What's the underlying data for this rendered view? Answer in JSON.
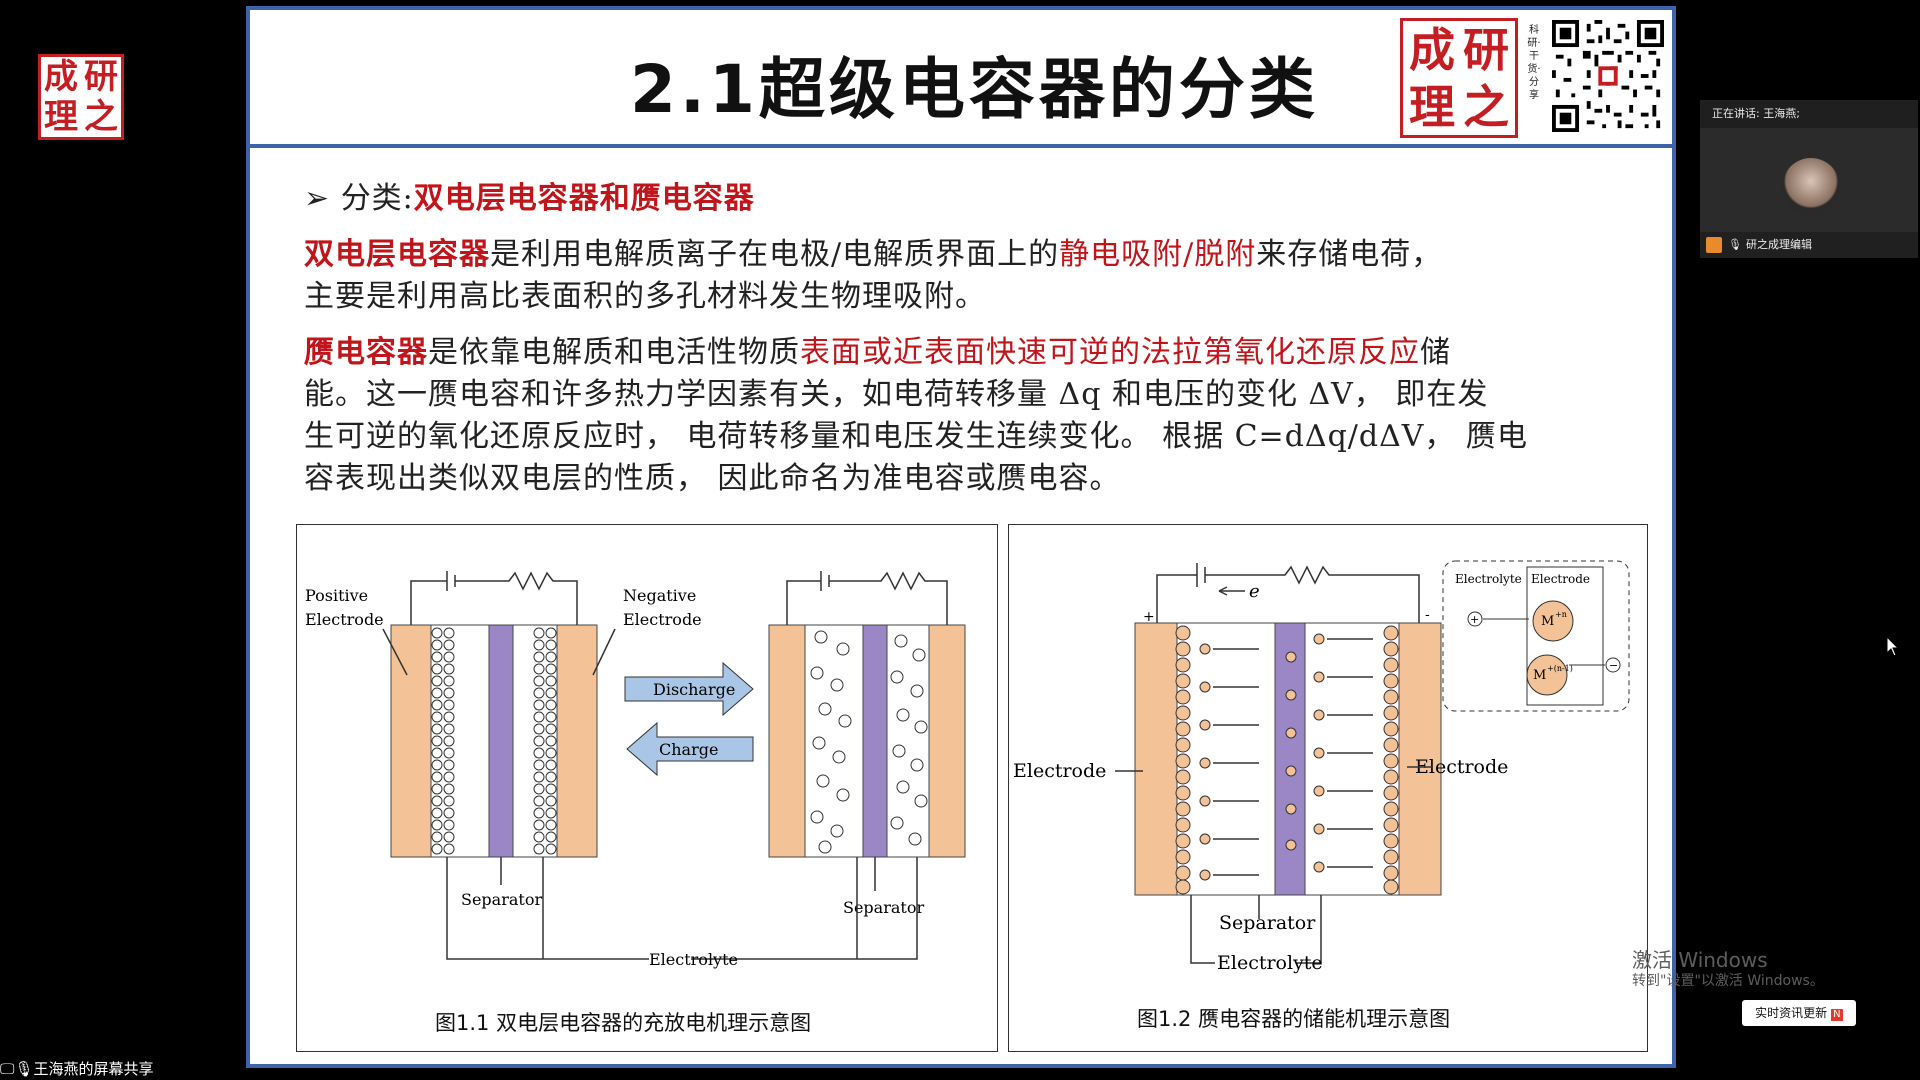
{
  "slide": {
    "title": "2.1超级电容器的分类",
    "logo_chars": [
      "成",
      "研",
      "理",
      "之"
    ],
    "tagline": "科研·干货·分享",
    "heading_prefix": "分类:",
    "heading_highlight": "双电层电容器和赝电容器",
    "para1": {
      "term": "双电层电容器",
      "text_a": "是利用电解质离子在电极/电解质界面上的",
      "highlight": "静电吸附/脱附",
      "text_b": "来存储电荷，",
      "line2": "主要是利用高比表面积的多孔材料发生物理吸附。"
    },
    "para2": {
      "term": "赝电容器",
      "text_a": "是依靠电解质和电活性物质",
      "highlight": "表面或近表面快速可逆的法拉第氧化还原反应",
      "text_b": "储",
      "line2": "能。这一赝电容和许多热力学因素有关，如电荷转移量 Δq 和电压的变化 ΔV， 即在发",
      "line3": "生可逆的氧化还原反应时， 电荷转移量和电压发生连续变化。 根据 C=dΔq/dΔV， 赝电",
      "line4": "容表现出类似双电层的性质， 因此命名为准电容或赝电容。"
    },
    "figure1": {
      "caption": "图1.1  双电层电容器的充放电机理示意图",
      "positive_electrode": [
        "Positive",
        "Electrode"
      ],
      "negative_electrode": [
        "Negative",
        "Electrode"
      ],
      "discharge": "Discharge",
      "charge": "Charge",
      "separator": "Separator",
      "electrolyte": "Electrolyte"
    },
    "figure2": {
      "caption": "图1.2  赝电容器的储能机理示意图",
      "electrode_left": "Electrode",
      "electrode_right": "Electrode",
      "separator": "Separator",
      "electrolyte": "Electrolyte",
      "electron": "e",
      "inset_electrolyte": "Electrolyte",
      "inset_electrode": "Electrode",
      "inset_m1": "M",
      "inset_m1_sup": "+n",
      "inset_m2": "M",
      "inset_m2_sup": "+(n-1)"
    }
  },
  "meeting": {
    "speaking_label": "正在讲话: 王海燕;",
    "participant_name": "研之成理编辑",
    "share_label": "王海燕的屏幕共享"
  },
  "system": {
    "activate_title": "激活 Windows",
    "activate_hint": "转到\"设置\"以激活 Windows。",
    "news_button": "实时资讯更新"
  },
  "colors": {
    "accent_blue": "#3f63a8",
    "red": "#c0151a",
    "electrode_orange": "#f3c296",
    "separator_purple": "#9b87c6"
  }
}
